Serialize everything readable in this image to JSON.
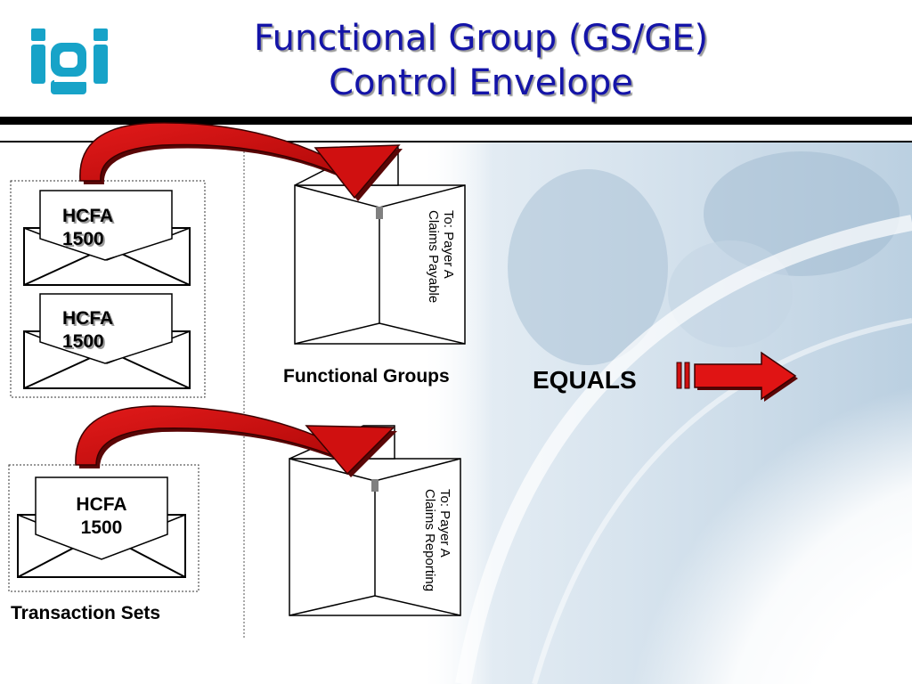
{
  "logo": {
    "text": "igi",
    "color": "#17a3c8"
  },
  "title": {
    "line1": "Functional Group (GS/GE)",
    "line2": "Control Envelope",
    "color": "#1414a8"
  },
  "forms": {
    "top_first": {
      "line1": "HCFA",
      "line2": "1500"
    },
    "top_second": {
      "line1": "HCFA",
      "line2": "1500"
    },
    "bottom": {
      "line1": "HCFA",
      "line2": "1500"
    }
  },
  "envelopes": {
    "top_address": {
      "line1": "To: Payer A",
      "line2": "Claims Payable"
    },
    "bottom_address": {
      "line1": "To: Payer A",
      "line2": "Claims Reporting"
    }
  },
  "labels": {
    "functional_groups": "Functional Groups",
    "transaction_sets": "Transaction Sets",
    "equals": "EQUALS"
  },
  "colors": {
    "arrow": "#d01010",
    "arrow_dark": "#7a0a0a",
    "background_tint": "#c8dae8"
  }
}
